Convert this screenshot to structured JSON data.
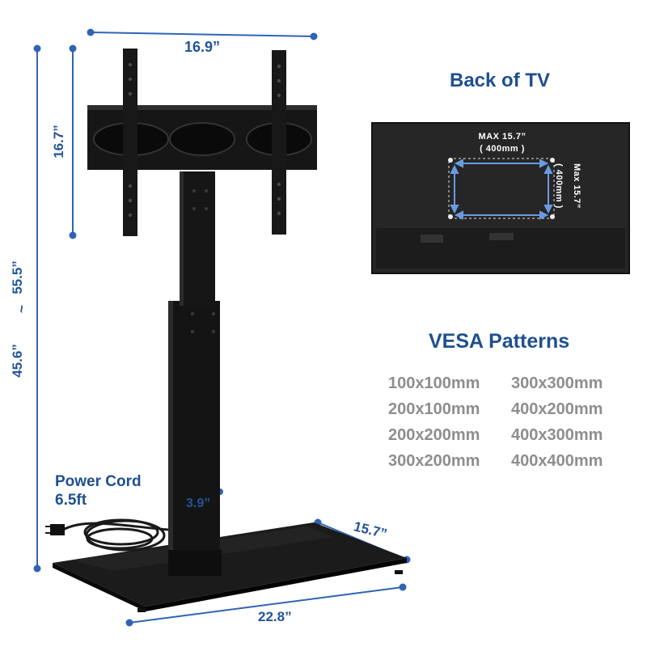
{
  "header": {
    "title": "Back of TV"
  },
  "dimensions": {
    "bracket_width": "16.9”",
    "bracket_height": "16.7”",
    "height_min": "45.6”",
    "height_tilde": "~",
    "height_max": "55.5”",
    "column_width": "3.9”",
    "base_depth": "15.7”",
    "base_width": "22.8”"
  },
  "tv_panel": {
    "max_h_label": "MAX  15.7”",
    "max_h_mm": "( 400mm )",
    "max_v_label": "Max  15.7”",
    "max_v_mm": "( 400mm )"
  },
  "power_cord": {
    "label": "Power Cord",
    "length": "6.5ft"
  },
  "vesa": {
    "title": "VESA  Patterns",
    "patterns": [
      "100x100mm",
      "300x300mm",
      "200x100mm",
      "400x200mm",
      "200x200mm",
      "400x300mm",
      "300x200mm",
      "400x400mm"
    ]
  },
  "colors": {
    "accent": "#1f4f8f",
    "dimension_line": "#2f64b4",
    "pattern_text": "#8e8e8e",
    "product": "#121212"
  }
}
